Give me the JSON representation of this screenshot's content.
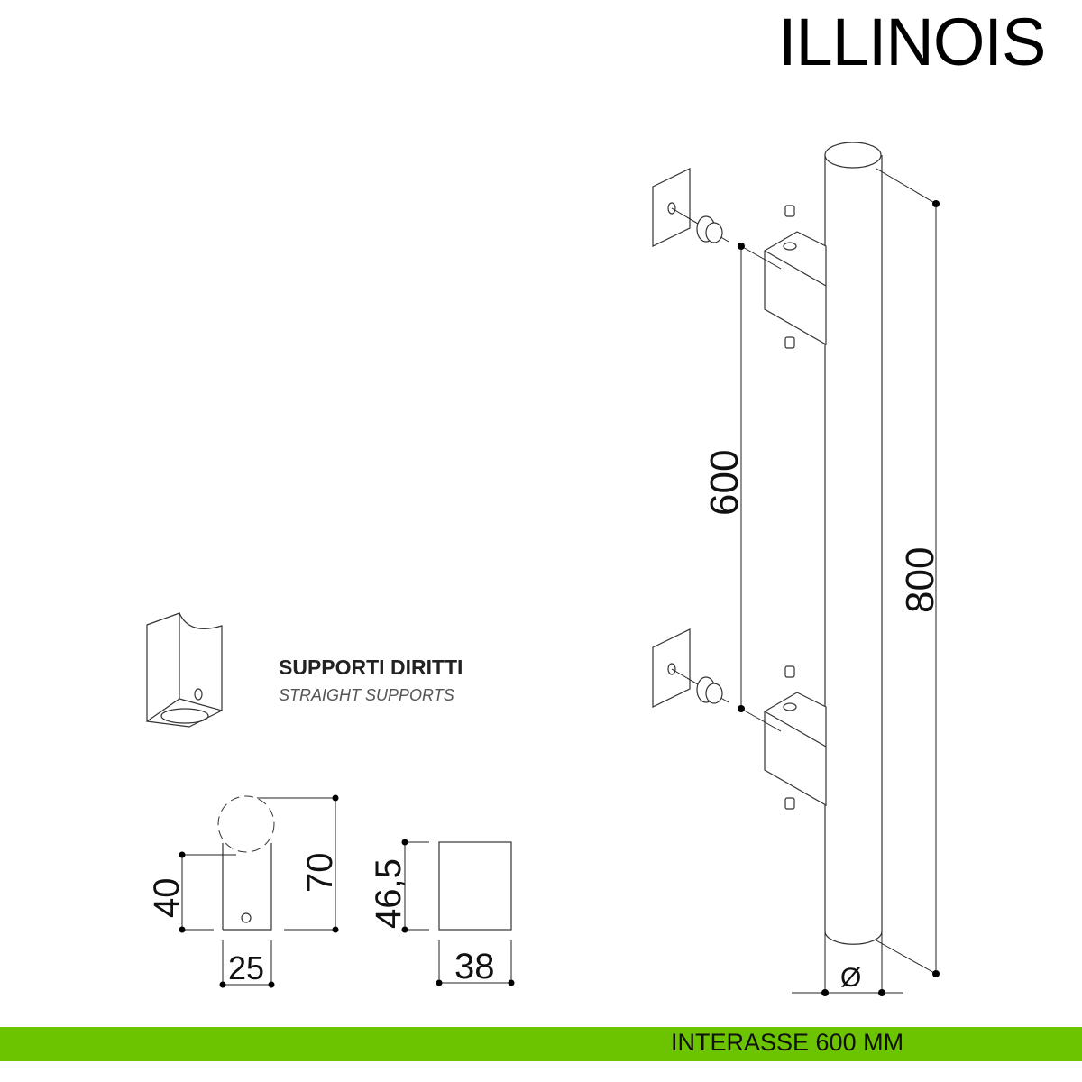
{
  "header": {
    "title": "ILLINOIS"
  },
  "support_info": {
    "title": "SUPPORTI DIRITTI",
    "subtitle": "STRAIGHT SUPPORTS"
  },
  "dimensions": {
    "overall_length": "800",
    "center_distance": "600",
    "diameter_symbol": "Ø",
    "support_height": "70",
    "support_hole_height": "40",
    "support_width": "25",
    "support_side_height": "46,5",
    "support_depth": "38"
  },
  "footer": {
    "label": "INTERASSE 600 MM"
  },
  "colors": {
    "accent": "#6cc400",
    "line": "#333333"
  }
}
